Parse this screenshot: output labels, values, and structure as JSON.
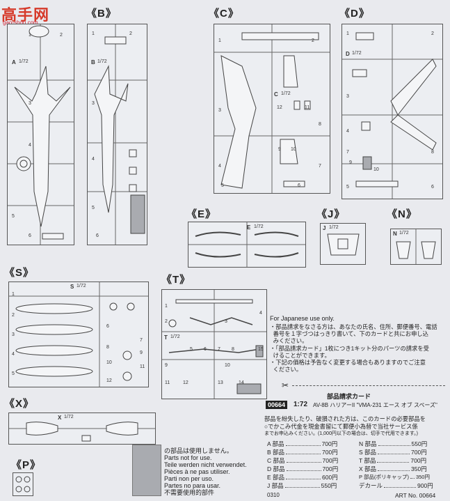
{
  "watermark": {
    "brand": "高手网",
    "url": "gao-shou.com"
  },
  "sections": {
    "A": "A",
    "B": "《B》",
    "C": "《C》",
    "D": "《D》",
    "E": "《E》",
    "J": "《J》",
    "N": "《N》",
    "S": "《S》",
    "T": "《T》",
    "X": "《X》",
    "P": "《P》"
  },
  "tree_labels": {
    "A": "A",
    "B": "B",
    "C": "C",
    "D": "D",
    "E": "E",
    "J": "J",
    "N": "N",
    "S": "S",
    "T": "T",
    "X": "X"
  },
  "notice": {
    "heading": "For Japanese use only.",
    "lines": [
      "・部品請求をなさる方は、あなたの氏名、住所、郵便番号、電話",
      "  番号を１字づつはっきり書いて、下のカードと共にお申し込",
      "  みください。",
      "・「部品請求カード」1枚につき1キット分のパーツの請求を受",
      "  けることができます。",
      "・下記の価格は予告なく変更する場合もありますのでご注意",
      "  ください。"
    ]
  },
  "card": {
    "title": "部品請求カード",
    "code": "00664",
    "scale": "1:72",
    "name": "AV-8B ハリアーII \"VMA-231 エース オブ スペーズ\"",
    "body": [
      "部品を紛失したり、破損された方は、このカードの必要部品を",
      "○でかこみ代金を現金書留にて郵便小為替で当社サービス係",
      "までお申込みください。(1,000円以下の場合は、切手で代用できます。)"
    ],
    "prices_left": [
      {
        "label": "A 部品",
        "price": "700円"
      },
      {
        "label": "B 部品",
        "price": "700円"
      },
      {
        "label": "C 部品",
        "price": "700円"
      },
      {
        "label": "D 部品",
        "price": "700円"
      },
      {
        "label": "E 部品",
        "price": "600円"
      },
      {
        "label": "J 部品",
        "price": "550円"
      }
    ],
    "prices_right": [
      {
        "label": "N 部品",
        "price": "550円"
      },
      {
        "label": "S 部品",
        "price": "700円"
      },
      {
        "label": "T 部品",
        "price": "700円"
      },
      {
        "label": "X 部品",
        "price": "350円"
      },
      {
        "label": "P 部品(ポリキャップ)",
        "price": "350円"
      },
      {
        "label": "デカール",
        "price": "900円"
      }
    ],
    "footer_code": "0310",
    "art_no": "ART No. 00664"
  },
  "not_for_use": [
    "の部品は使用しません。",
    "Parts not for use.",
    "Teile werden nicht verwendet.",
    "Pièces à ne pas utiliser.",
    "Parti non per uso.",
    "Partes no para usar.",
    "不需要使用的部件"
  ],
  "scale_marks": {
    "A": "1/72",
    "B": "1/72",
    "C": "1/72",
    "D": "1/72",
    "E": "1/72",
    "J": "1/72",
    "N": "1/72",
    "S": "1/72",
    "T": "1/72",
    "X": "1/72"
  },
  "part_numbers": {
    "A": [
      "1",
      "2",
      "3",
      "4",
      "5",
      "6"
    ],
    "B": [
      "1",
      "2",
      "3",
      "4",
      "5",
      "6"
    ],
    "C": [
      "1",
      "2",
      "3",
      "4",
      "5",
      "6",
      "7",
      "8",
      "9",
      "10",
      "11",
      "12"
    ],
    "D": [
      "1",
      "2",
      "3",
      "4",
      "5",
      "6",
      "7",
      "8",
      "9",
      "10"
    ],
    "S": [
      "1",
      "2",
      "3",
      "4",
      "5",
      "6",
      "7",
      "8",
      "9",
      "10",
      "11",
      "12"
    ],
    "T": [
      "1",
      "2",
      "3",
      "4",
      "5",
      "6",
      "7",
      "8",
      "9",
      "10",
      "11",
      "12",
      "13",
      "14",
      "15"
    ]
  }
}
